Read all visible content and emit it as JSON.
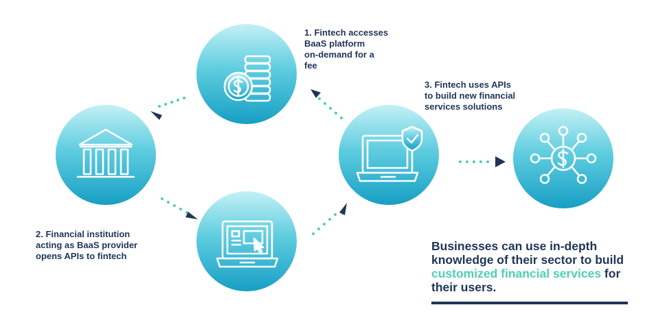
{
  "steps": {
    "step1": {
      "num": "1.",
      "lines": [
        "Fintech accesses",
        "BaaS platform",
        "on-demand for a",
        "fee"
      ]
    },
    "step2": {
      "num": "2.",
      "lines": [
        "Financial institution",
        "acting as BaaS provider",
        "opens APIs to fintech"
      ]
    },
    "step3": {
      "num": "3.",
      "lines": [
        "Fintech uses APIs",
        "to build new financial",
        "services solutions"
      ]
    }
  },
  "caption": {
    "line1": "Businesses can use in-depth",
    "line2": "knowledge of their sector to build",
    "line3_highlight": "customized financial services",
    "line3_rest": " for",
    "line4": "their users."
  },
  "nodes": [
    {
      "icon": "coin-stack-icon"
    },
    {
      "icon": "bank-icon"
    },
    {
      "icon": "laptop-ui-icon"
    },
    {
      "icon": "laptop-shield-icon"
    },
    {
      "icon": "dollar-network-icon"
    }
  ],
  "colors": {
    "text": "#1f3558",
    "accent": "#4fcfb1",
    "circle_top": "#bff0f4",
    "circle_bottom": "#1ba6c9",
    "arrow": "#1f3558",
    "dots": "#4fcfb1"
  }
}
